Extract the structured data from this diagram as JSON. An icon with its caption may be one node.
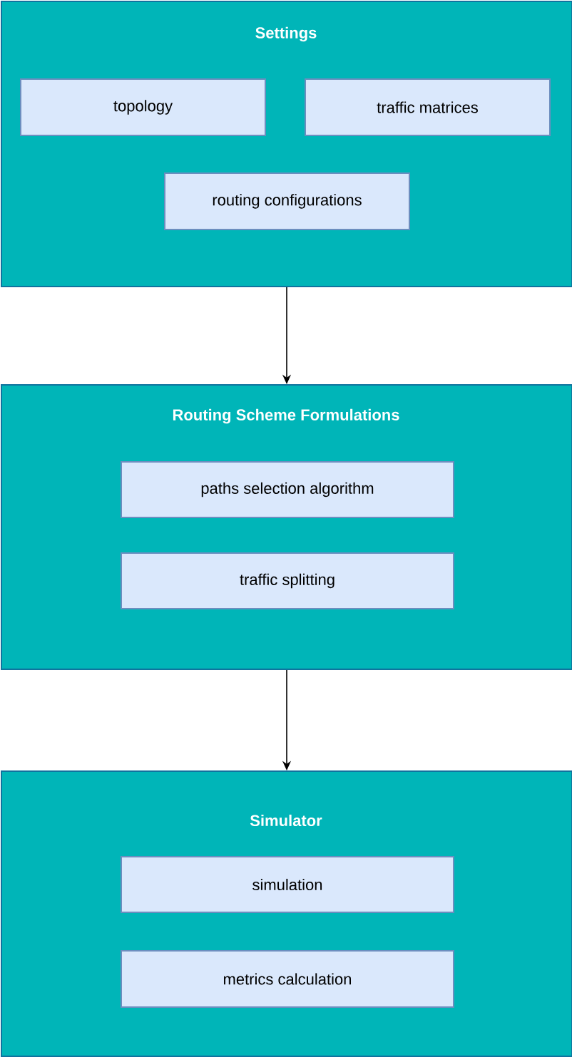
{
  "diagram": {
    "nodes": [
      {
        "text": [
          "Settings"
        ]
      },
      {
        "text": [
          "topology"
        ],
        "in": 0
      },
      {
        "text": [
          "traffic matrices"
        ],
        "in": 0
      },
      {
        "text": [
          "routing configurations"
        ],
        "in": 0
      },
      {
        "text": [
          "Routing Scheme Formulations"
        ]
      },
      {
        "text": [
          "paths selection algorithm"
        ],
        "in": 4
      },
      {
        "text": [
          "traffic splitting"
        ],
        "in": 4
      },
      {
        "text": [
          "Simulator"
        ]
      },
      {
        "text": [
          "simulation"
        ],
        "in": 7
      },
      {
        "text": [
          "metrics calculation"
        ],
        "in": 7
      }
    ],
    "edges": [
      {
        "from": 0,
        "to": 4,
        "arrow": "to"
      },
      {
        "from": 4,
        "to": 7,
        "arrow": "to"
      }
    ]
  }
}
